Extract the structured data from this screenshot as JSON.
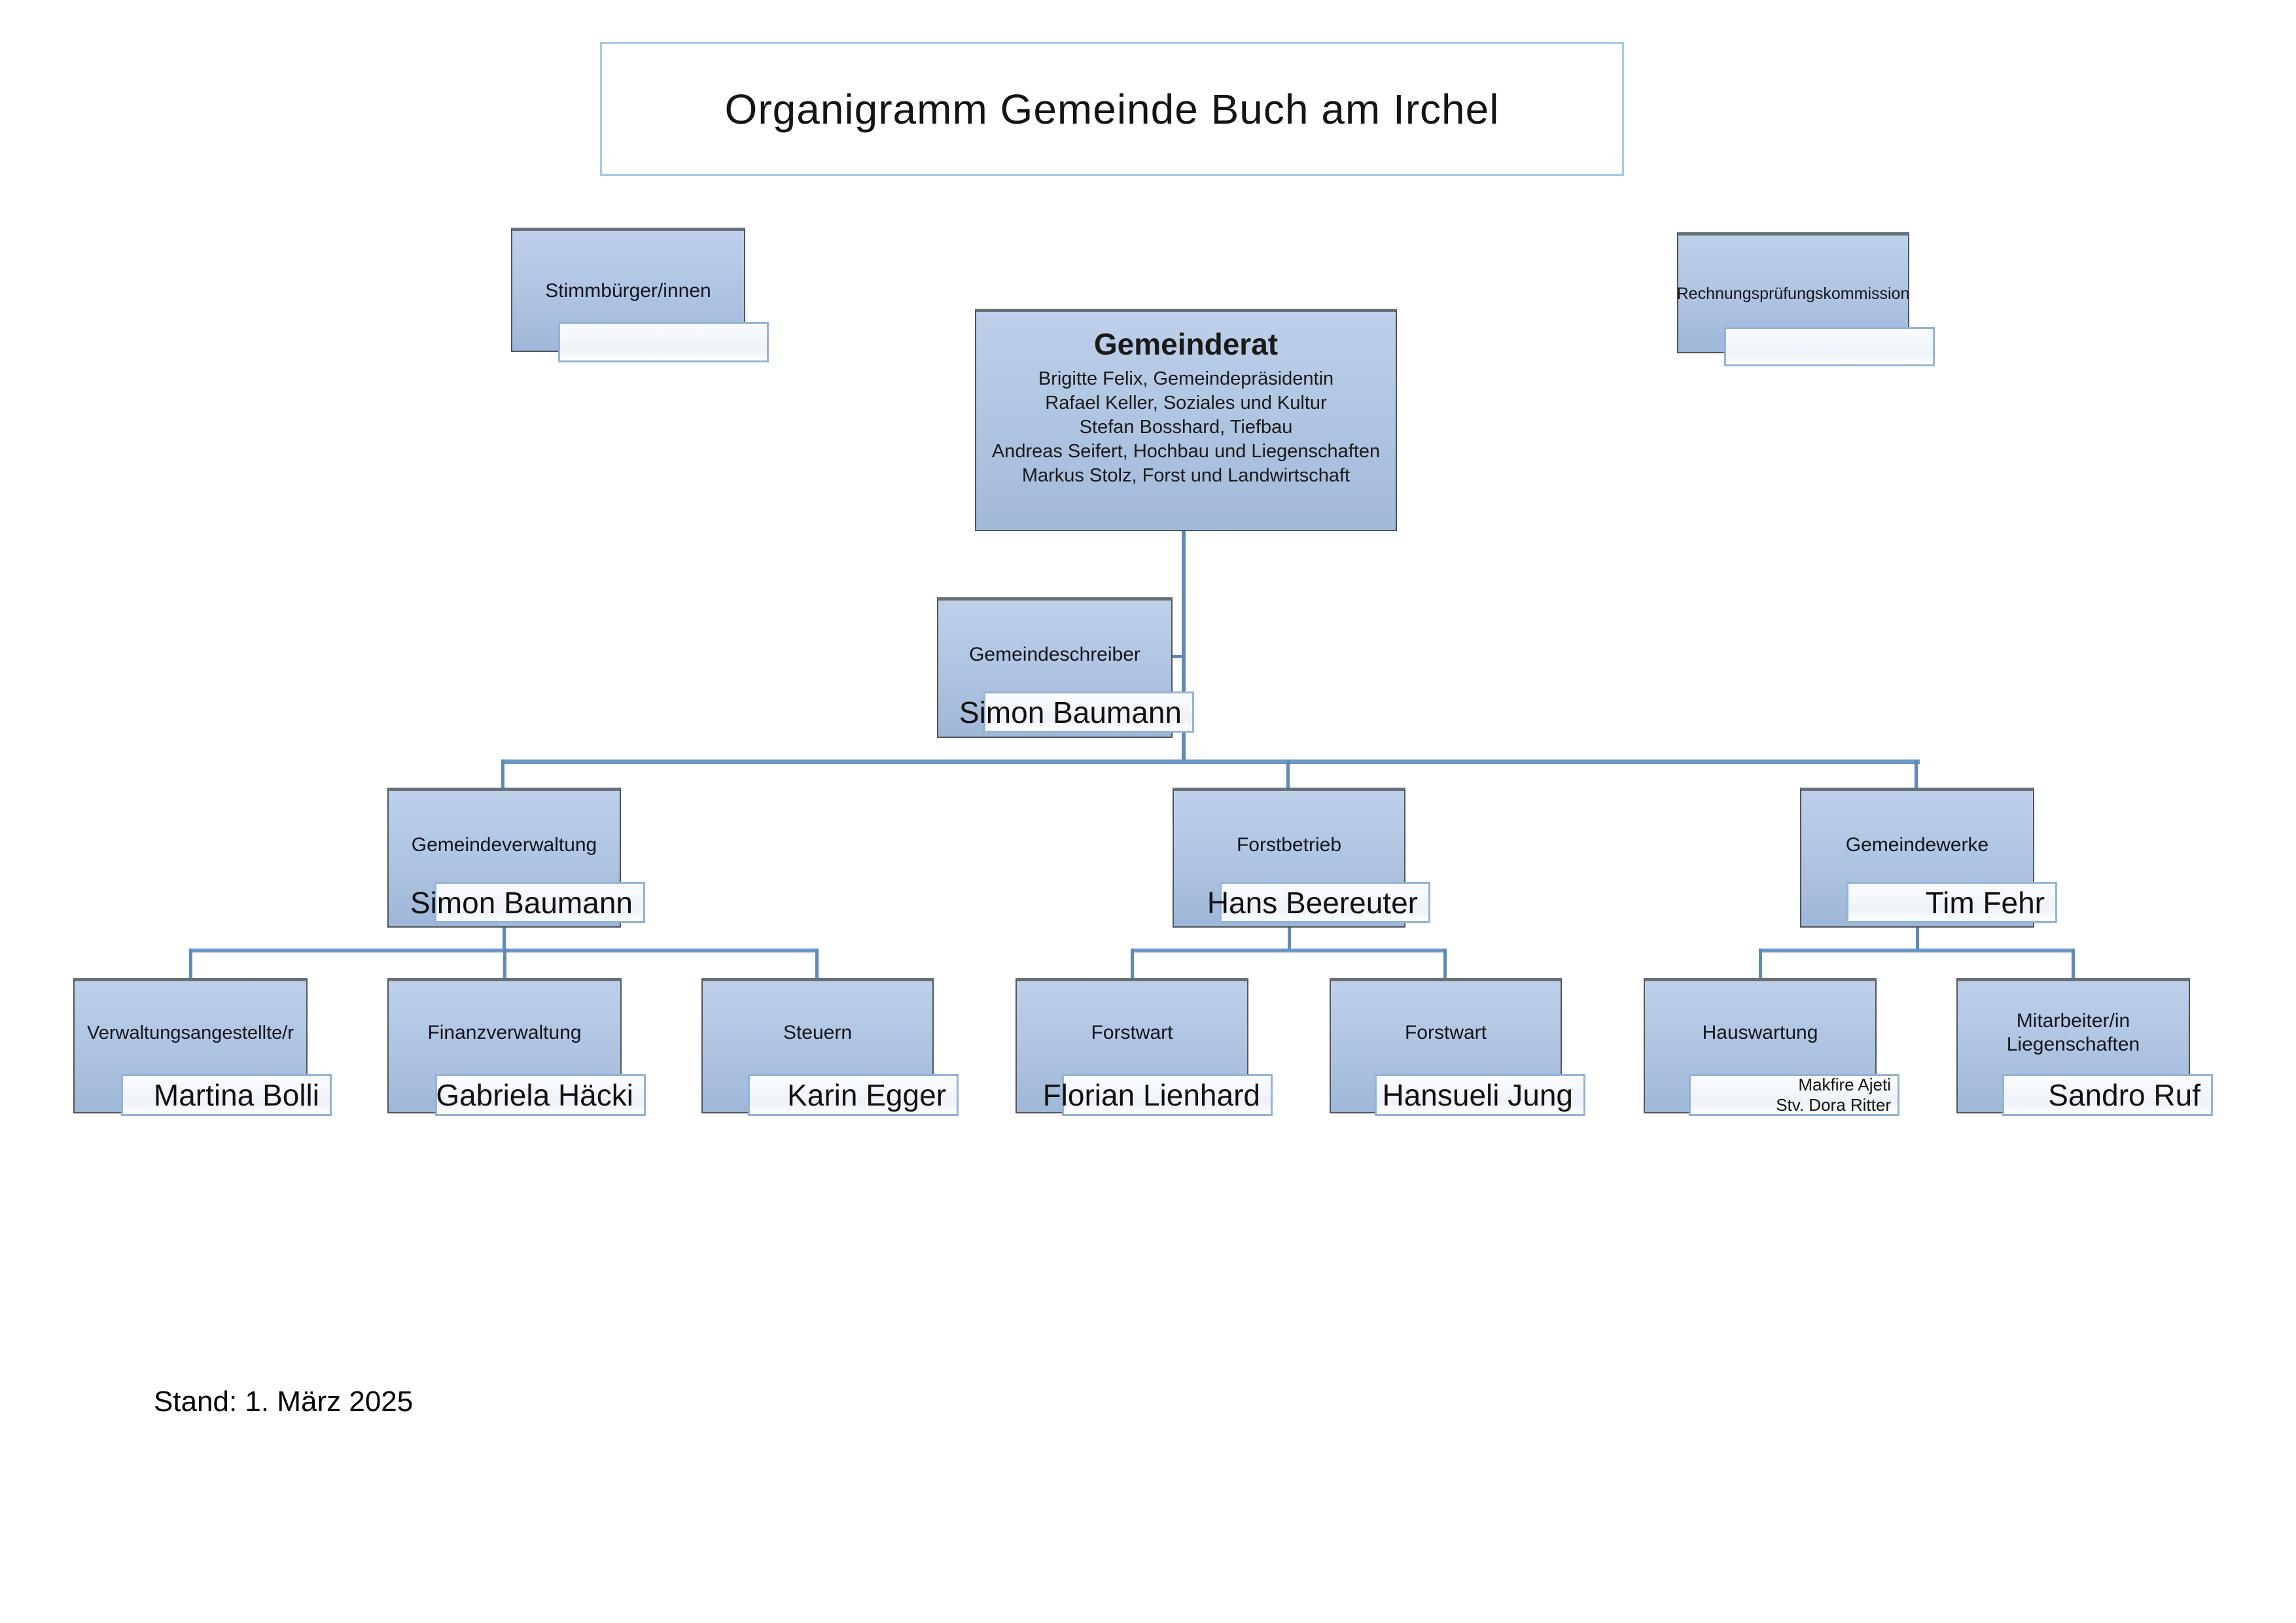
{
  "title": "Organigramm Gemeinde Buch am Irchel",
  "footer": "Stand: 1. März 2025",
  "colors": {
    "box_fill_top": "#bed0ea",
    "box_fill_bottom": "#9fb7d8",
    "box_border": "#50555d",
    "name_box_border": "#94b3d7",
    "connector": "#5e8ab8",
    "title_border": "#a9c7e7"
  },
  "boxes": {
    "stimmbuerger": {
      "label": "Stimmbürger/innen",
      "name": ""
    },
    "rechnungspruefungskommission": {
      "label": "Rechnungsprüfungskommission",
      "name": ""
    },
    "gemeinderat": {
      "title": "Gemeinderat",
      "members": [
        "Brigitte Felix, Gemeindepräsidentin",
        "Rafael Keller, Soziales und Kultur",
        "Stefan Bosshard, Tiefbau",
        "Andreas Seifert, Hochbau und Liegenschaften",
        "Markus Stolz, Forst und Landwirtschaft"
      ]
    },
    "gemeindeschreiber": {
      "label": "Gemeindeschreiber",
      "name": "Simon Baumann"
    },
    "gemeindeverwaltung": {
      "label": "Gemeindeverwaltung",
      "name": "Simon Baumann"
    },
    "forstbetrieb": {
      "label": "Forstbetrieb",
      "name": "Hans Beereuter"
    },
    "gemeindewerke": {
      "label": "Gemeindewerke",
      "name": "Tim Fehr"
    },
    "verwaltungsangestellte": {
      "label": "Verwaltungsangestellte/r",
      "name": "Martina Bolli"
    },
    "finanzverwaltung": {
      "label": "Finanzverwaltung",
      "name": "Gabriela Häcki"
    },
    "steuern": {
      "label": "Steuern",
      "name": "Karin Egger"
    },
    "forstwart_1": {
      "label": "Forstwart",
      "name": "Florian Lienhard"
    },
    "forstwart_2": {
      "label": "Forstwart",
      "name": "Hansueli Jung"
    },
    "hauswartung": {
      "label": "Hauswartung",
      "name_lines": [
        "Makfire Ajeti",
        "Stv. Dora Ritter"
      ]
    },
    "mitarbeiter_liegenschaften": {
      "label": "Mitarbeiter/in Liegenschaften",
      "name": "Sandro Ruf"
    }
  }
}
